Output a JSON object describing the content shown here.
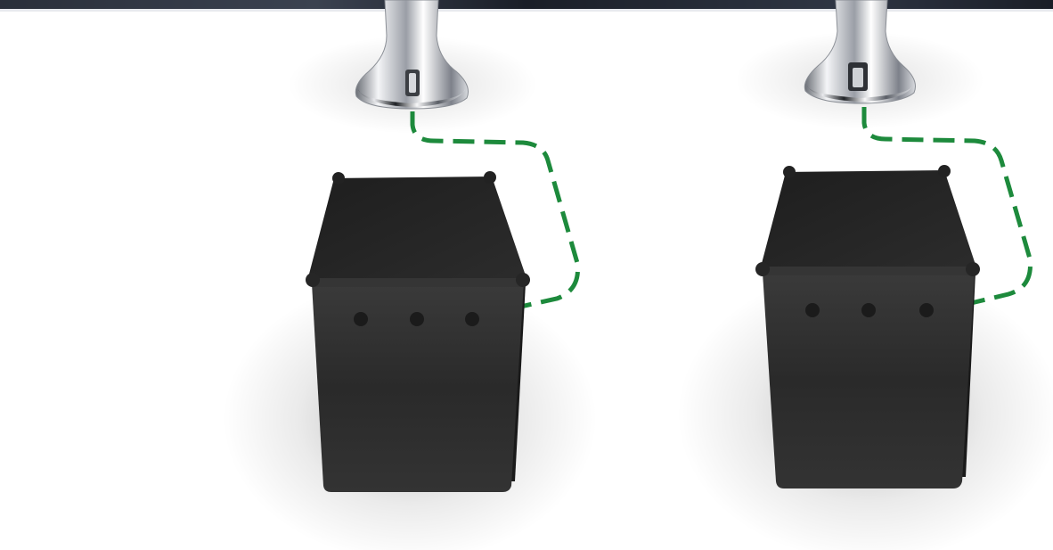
{
  "scene": {
    "background": "#ffffff",
    "top_band_color": "#1e2430",
    "link_line_color": "#1d8a3c",
    "unit_body_color": "#2b2b2b",
    "unit_top_color": "#1c1c1c",
    "faucet_chrome_color": "#c9ccd1"
  },
  "setups": [
    {
      "faucet": {
        "icon": "chrome-faucet-icon"
      },
      "unit": {
        "icon": "black-box-unit-icon",
        "indicator_count": 3
      },
      "connection": {
        "icon": "green-dashed-connection-icon",
        "style": "dashed"
      }
    },
    {
      "faucet": {
        "icon": "chrome-faucet-icon"
      },
      "unit": {
        "icon": "black-box-unit-icon",
        "indicator_count": 3
      },
      "connection": {
        "icon": "green-dashed-connection-icon",
        "style": "dashed"
      }
    }
  ]
}
